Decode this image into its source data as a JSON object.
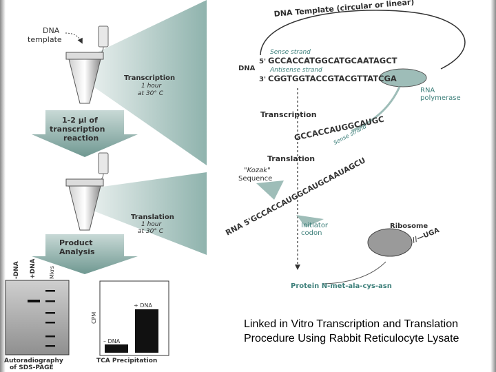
{
  "caption": "Linked in Vitro Transcription and Translation Procedure Using Rabbit Reticulocyte Lysate",
  "colors": {
    "panel_teal": "#8fb3ad",
    "strand_teal": "#3d7f7a",
    "text": "#2f2f2f"
  },
  "left": {
    "dna_template_label_1": "DNA",
    "dna_template_label_2": "template",
    "transcription_step": {
      "title": "Transcription",
      "line1": "1 hour",
      "line2": "at 30° C"
    },
    "transfer_step": {
      "line1": "1-2 µl of",
      "line2": "transcription",
      "line3": "reaction"
    },
    "translation_step": {
      "title": "Translation",
      "line1": "1 hour",
      "line2": "at 30° C"
    },
    "product_analysis": {
      "line1": "Product",
      "line2": "Analysis"
    },
    "gel": {
      "lane_labels": [
        "-DNA",
        "+DNA",
        "Mkrs"
      ],
      "caption_line1": "Autoradiography",
      "caption_line2": "of SDS-PAGE"
    },
    "tca_chart": {
      "ylabel": "CPM",
      "bar_labels": [
        "– DNA",
        "+ DNA"
      ],
      "caption": "TCA Precipitation"
    }
  },
  "right": {
    "template_arc_label": "DNA Template (circular or linear)",
    "sense_strand_label": "Sense strand",
    "antisense_strand_label": "Antisense strand",
    "dna_label": "DNA",
    "five_prime": "5'",
    "three_prime": "3'",
    "sense_sequence": "GCCACCATGGCATGCAATAGCT",
    "antisense_sequence": "CGGTGGTACCGTACGTTATCGA",
    "rna_polymerase_line1": "RNA",
    "rna_polymerase_line2": "polymerase",
    "transcription_label": "Transcription",
    "transcript_sequence": "GCCACCAUGGCAUGC",
    "transcript_strand_label": "Sense strand",
    "translation_label": "Translation",
    "kozak_line1": "\"Kozak\"",
    "kozak_line2": "Sequence",
    "rna_label": "RNA 5'GCCACCAUGGCAUGCAAUAGCU",
    "initiator_line1": "Initiator",
    "initiator_line2": "codon",
    "ribosome_label": "Ribosome",
    "tail_label": "//—UGA",
    "protein_label": "Protein N-met-ala-cys-asn"
  }
}
